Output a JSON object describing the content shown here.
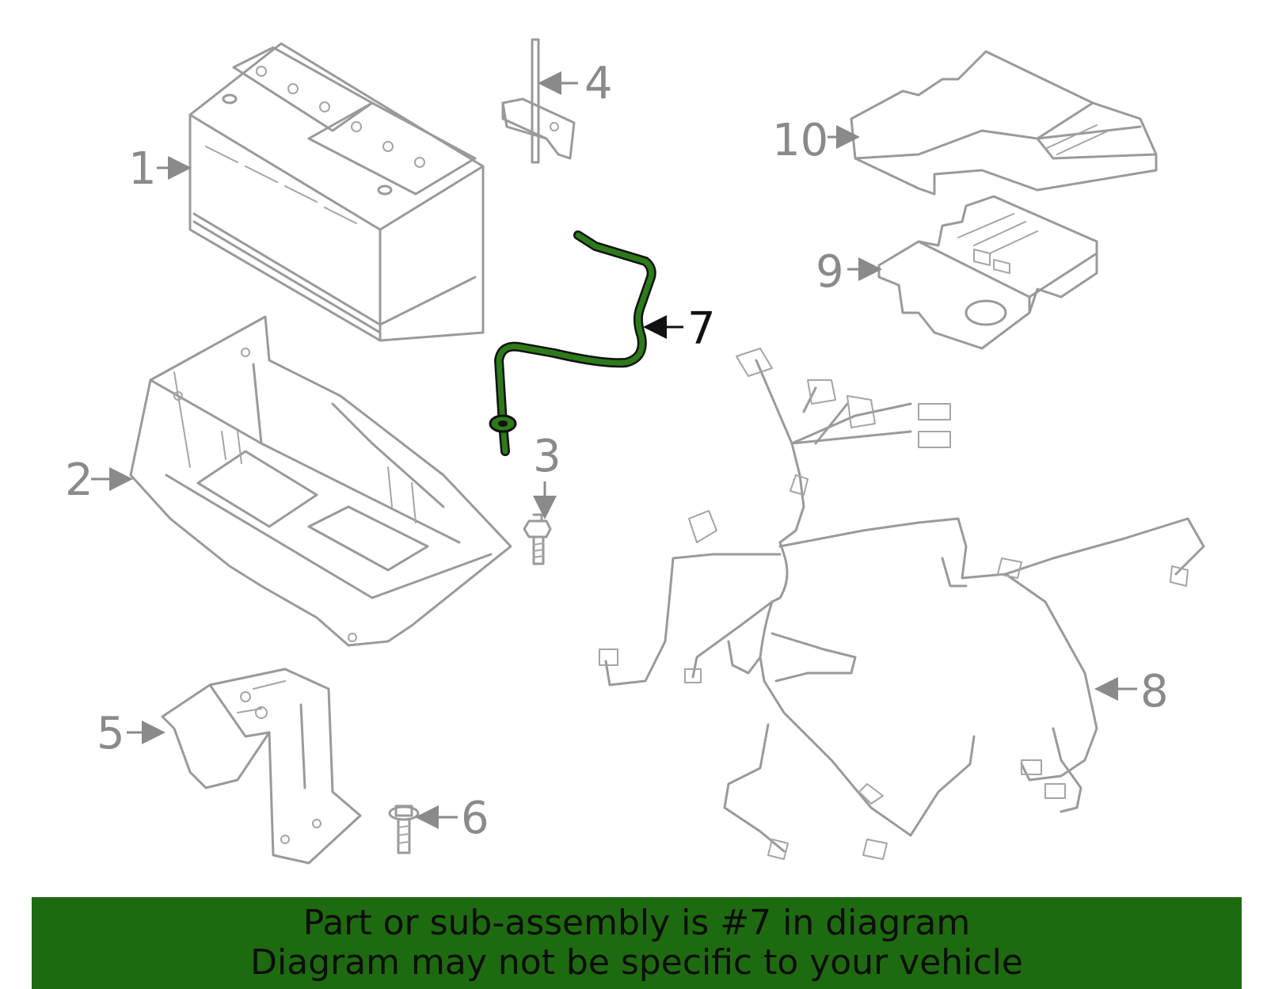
{
  "banner": {
    "line1": "Part or sub-assembly is #7 in diagram",
    "line2": "Diagram may not be specific to your vehicle",
    "background_color": "#1e6a10"
  },
  "callouts": [
    {
      "id": "1",
      "label": "1"
    },
    {
      "id": "2",
      "label": "2"
    },
    {
      "id": "3",
      "label": "3"
    },
    {
      "id": "4",
      "label": "4"
    },
    {
      "id": "5",
      "label": "5"
    },
    {
      "id": "6",
      "label": "6"
    },
    {
      "id": "7",
      "label": "7",
      "highlighted": true
    },
    {
      "id": "8",
      "label": "8"
    },
    {
      "id": "9",
      "label": "9"
    },
    {
      "id": "10",
      "label": "10"
    }
  ],
  "highlight_color": "#2d7a1a",
  "part_line_color": "#9a9a9a"
}
